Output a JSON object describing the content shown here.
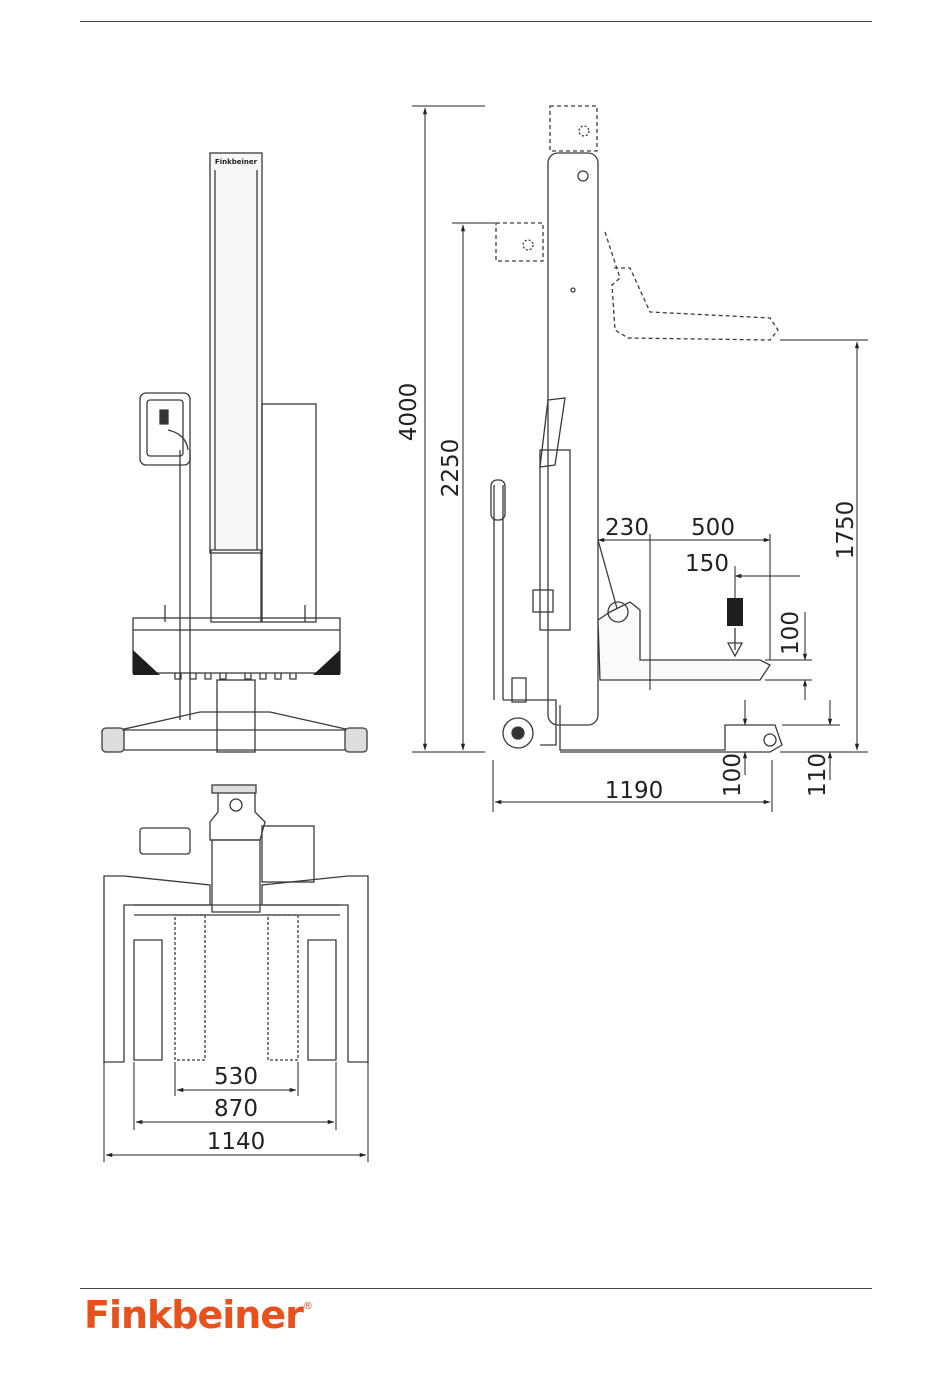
{
  "brand": {
    "name": "Finkbeiner",
    "registered_mark": "®",
    "color": "#e8501c"
  },
  "column_label": "Finkbeiner",
  "dimensions": {
    "total_height": "4000",
    "lift_height": "2250",
    "lift_top": "1750",
    "fork_offset": "230",
    "fork_length": "500",
    "load_center": "150",
    "fork_thickness": "100",
    "fork_low_height": "100",
    "base_height": "110",
    "depth": "1190",
    "width_inner": "530",
    "width_middle": "870",
    "width_outer": "1140"
  },
  "colors": {
    "line": "#3a3a3a",
    "dim": "#222222",
    "fill": "#f4f4f4",
    "dark": "#1e1e1e"
  }
}
